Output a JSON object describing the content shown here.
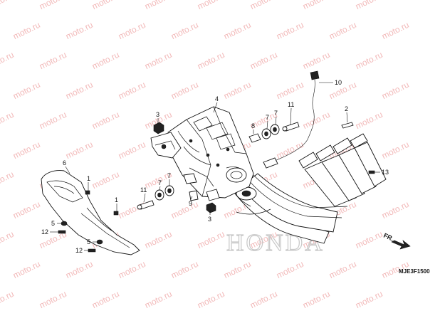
{
  "watermark": "moto.ru",
  "brand_text": "HONDA",
  "diagram_code": "MJE3F1500",
  "direction_label": "FR.",
  "callouts": [
    {
      "id": "c1a",
      "label": "1"
    },
    {
      "id": "c1b",
      "label": "1"
    },
    {
      "id": "c2",
      "label": "2"
    },
    {
      "id": "c3a",
      "label": "3"
    },
    {
      "id": "c3b",
      "label": "3"
    },
    {
      "id": "c4",
      "label": "4"
    },
    {
      "id": "c5a",
      "label": "5"
    },
    {
      "id": "c5b",
      "label": "5"
    },
    {
      "id": "c6",
      "label": "6"
    },
    {
      "id": "c7a",
      "label": "7"
    },
    {
      "id": "c7b",
      "label": "7"
    },
    {
      "id": "c7c",
      "label": "7"
    },
    {
      "id": "c7d",
      "label": "7"
    },
    {
      "id": "c8",
      "label": "8"
    },
    {
      "id": "c9",
      "label": "9"
    },
    {
      "id": "c10",
      "label": "10"
    },
    {
      "id": "c11a",
      "label": "11"
    },
    {
      "id": "c11b",
      "label": "11"
    },
    {
      "id": "c12a",
      "label": "12"
    },
    {
      "id": "c12b",
      "label": "12"
    },
    {
      "id": "c13",
      "label": "13"
    }
  ]
}
